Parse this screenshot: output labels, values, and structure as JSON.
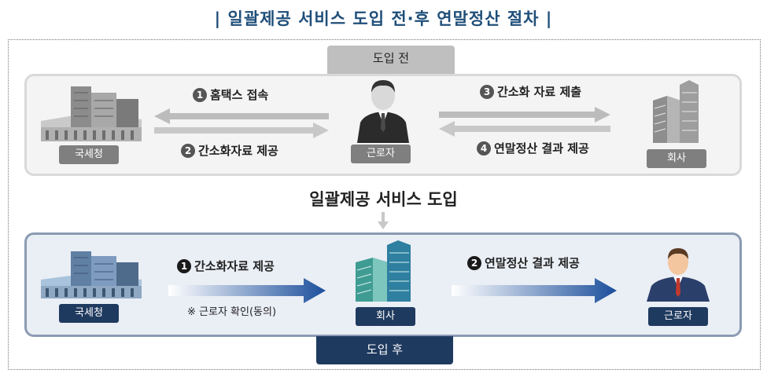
{
  "title": "| 일괄제공 서비스 도입 전·후 연말정산 절차 |",
  "middle_label": "일괄제공 서비스 도입",
  "before": {
    "tab": "도입 전",
    "nodes": {
      "nts": "국세청",
      "worker": "근로자",
      "company": "회사"
    },
    "steps": [
      {
        "num": "1",
        "label": "홈택스 접속"
      },
      {
        "num": "2",
        "label": "간소화자료 제공"
      },
      {
        "num": "3",
        "label": "간소화 자료 제출"
      },
      {
        "num": "4",
        "label": "연말정산 결과 제공"
      }
    ]
  },
  "after": {
    "tab": "도입 후",
    "nodes": {
      "nts": "국세청",
      "company": "회사",
      "worker": "근로자"
    },
    "steps": [
      {
        "num": "1",
        "label": "간소화자료 제공"
      },
      {
        "num": "2",
        "label": "연말정산 결과 제공"
      }
    ],
    "note": "※ 근로자 확인(동의)"
  },
  "colors": {
    "title": "#1f4e79",
    "navy": "#1f3a5f",
    "gray_arrow": "#bcbcbc",
    "blue_arrow": "#1c4f9c"
  }
}
